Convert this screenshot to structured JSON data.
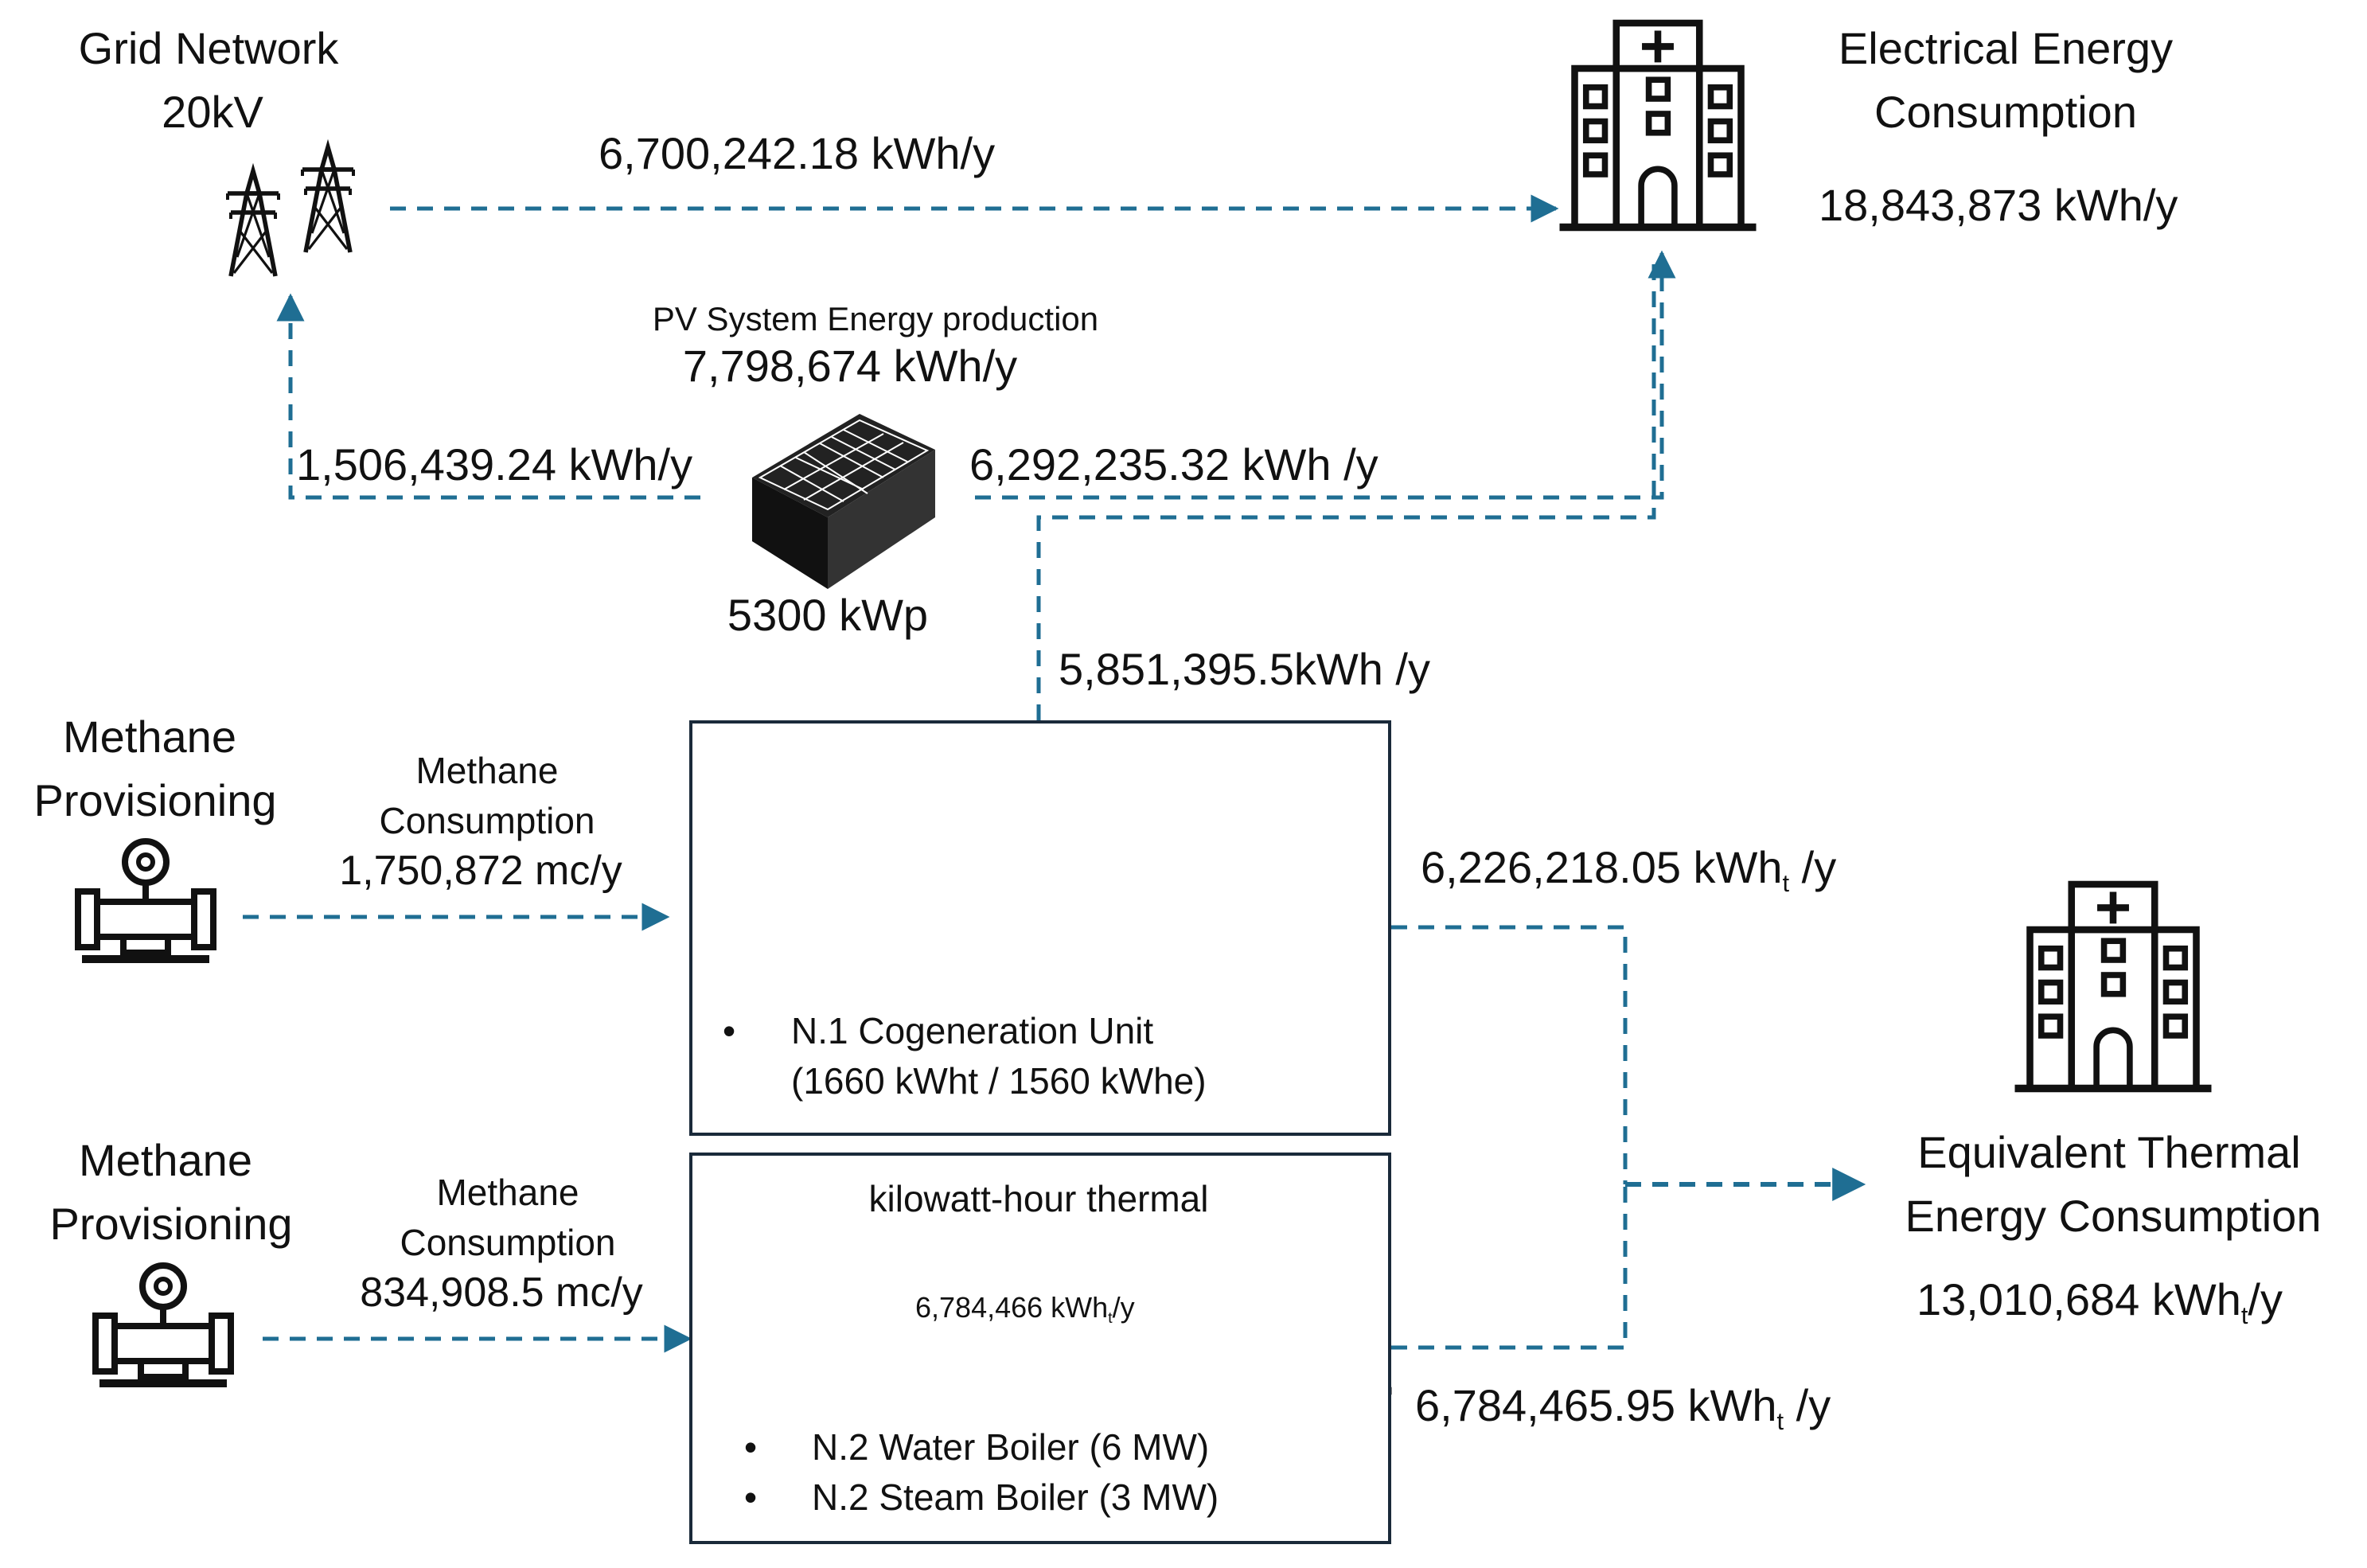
{
  "colors": {
    "flow_line": "#1f6e93",
    "box_border": "#1a2a3a",
    "icon": "#111111"
  },
  "grid": {
    "title_line1": "Grid Network",
    "title_line2": "20kV",
    "icon": "power-tower-icon"
  },
  "grid_to_building": {
    "value": "6,700,242.18  kWh/y"
  },
  "electrical": {
    "title_line1": "Electrical Energy",
    "title_line2": "Consumption",
    "value": "18,843,873 kWh/y",
    "icon": "hospital-building-icon"
  },
  "pv": {
    "title": "PV System Energy production",
    "production": "7,798,674 kWh/y",
    "capacity": "5300 kWp",
    "to_grid": "1,506,439.24 kWh/y",
    "to_building": "6,292,235.32 kWh /y",
    "to_cogeneration": "5,851,395.5kWh /y",
    "icon": "solar-panel-roof-icon"
  },
  "methane1": {
    "title_line1": "Methane",
    "title_line2": "Provisioning",
    "consumption_line1": "Methane",
    "consumption_line2": "Consumption",
    "consumption_value": "1,750,872 mc/y",
    "icon": "gas-valve-icon"
  },
  "methane2": {
    "title_line1": "Methane",
    "title_line2": "Provisioning",
    "consumption_line1": "Methane",
    "consumption_line2": "Consumption",
    "consumption_value": "834,908.5 mc/y",
    "icon": "gas-valve-icon"
  },
  "cogeneration": {
    "bullet_line1": "N.1 Cogeneration Unit",
    "bullet_line2": "(1660 kWht / 1560 kWhe)",
    "output_main": "6,226,218.05 kWh",
    "output_sub": "t",
    "output_unit": " /y",
    "icons": [
      "factory-icon",
      "flame-icon",
      "lightning-icon",
      "hospital-building-icon"
    ]
  },
  "boilers": {
    "header": "kilowatt-hour thermal",
    "inner_main": "6,784,466 kWh",
    "inner_sub": "t",
    "inner_unit": "/y",
    "bullet1": "N.2 Water Boiler (6 MW)",
    "bullet2": "N.2 Steam Boiler (3 MW)",
    "output_main": "6,784,465.95 kWh",
    "output_sub": "t",
    "output_unit": " /y",
    "icons": [
      "water-boiler-icon",
      "steam-boiler-icon",
      "hospital-building-icon"
    ]
  },
  "thermal": {
    "title_line1": "Equivalent Thermal",
    "title_line2": "Energy Consumption",
    "value_main": "13,010,684 kWh",
    "value_sub": "t",
    "value_unit": "/y",
    "icon": "hospital-building-icon"
  }
}
